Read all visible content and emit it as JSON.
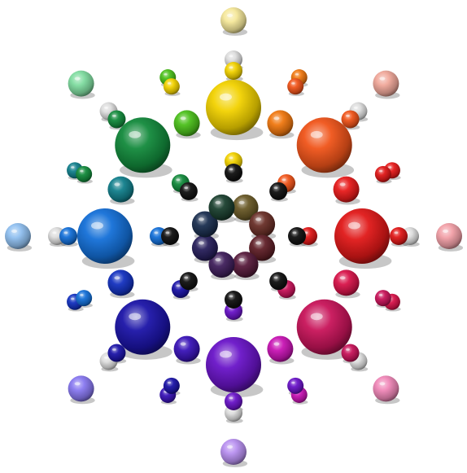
{
  "figure": {
    "subject": "color-wheel-sphere-model",
    "primary_spheres": [
      {
        "name": "yellow",
        "color": "#f2d200"
      },
      {
        "name": "orange-red",
        "color": "#f0541a"
      },
      {
        "name": "red",
        "color": "#e01818"
      },
      {
        "name": "crimson",
        "color": "#c8145a"
      },
      {
        "name": "violet",
        "color": "#6a14c8"
      },
      {
        "name": "indigo",
        "color": "#1c14a8"
      },
      {
        "name": "blue",
        "color": "#1470d8"
      },
      {
        "name": "green",
        "color": "#138a3c"
      }
    ],
    "secondary_spheres": [
      {
        "name": "orange",
        "color": "#f07810"
      },
      {
        "name": "scarlet",
        "color": "#e81c1c"
      },
      {
        "name": "rose",
        "color": "#d8144a"
      },
      {
        "name": "magenta",
        "color": "#c814b4"
      },
      {
        "name": "purple-blue",
        "color": "#3a14b8"
      },
      {
        "name": "royal-blue",
        "color": "#1432c0"
      },
      {
        "name": "teal",
        "color": "#12808c"
      },
      {
        "name": "lime",
        "color": "#4cc01c"
      }
    ],
    "outer_tints": [
      {
        "name": "pale-yellow",
        "color": "#f5e89a"
      },
      {
        "name": "salmon",
        "color": "#f0a89a"
      },
      {
        "name": "pink",
        "color": "#f2a0a8"
      },
      {
        "name": "pink-rose",
        "color": "#f088b8"
      },
      {
        "name": "lavender",
        "color": "#b890f0"
      },
      {
        "name": "periwinkle",
        "color": "#8878f0"
      },
      {
        "name": "sky-blue",
        "color": "#90c0f0"
      },
      {
        "name": "mint",
        "color": "#80dca0"
      }
    ],
    "inner_ring": [
      {
        "color": "#6a5a28"
      },
      {
        "color": "#6a3028"
      },
      {
        "color": "#602028"
      },
      {
        "color": "#581c3c"
      },
      {
        "color": "#40205c"
      },
      {
        "color": "#28205c"
      },
      {
        "color": "#1c3050"
      },
      {
        "color": "#1c4030"
      }
    ]
  }
}
